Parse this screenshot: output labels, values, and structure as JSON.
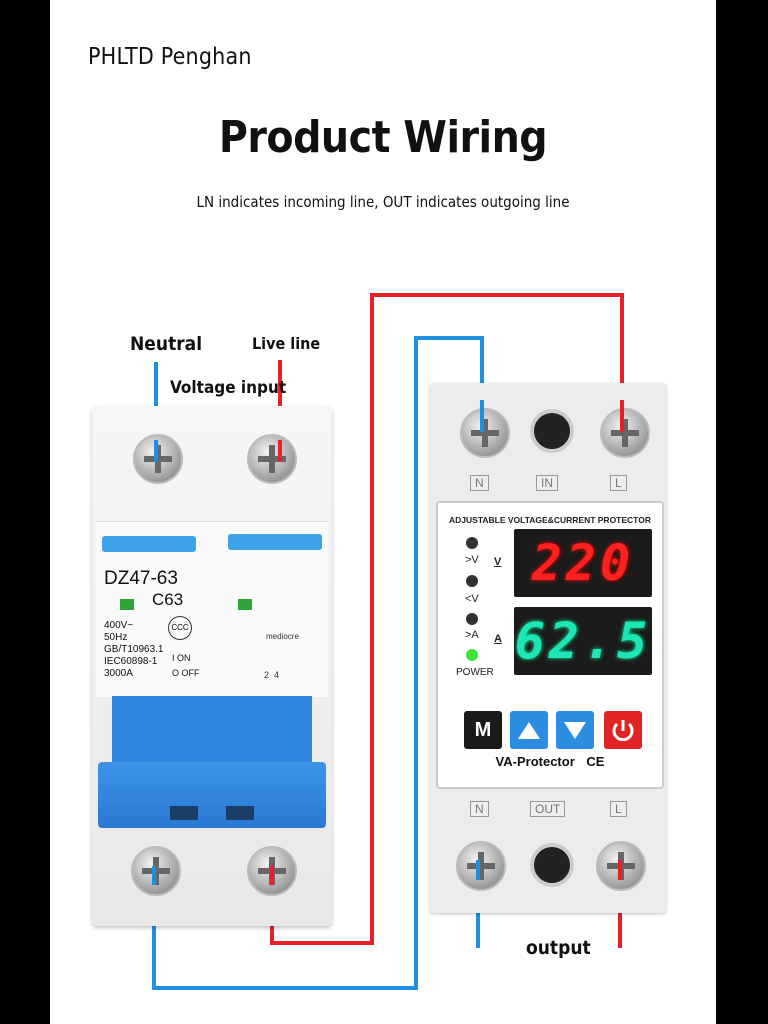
{
  "brand": "PHLTD Penghan",
  "title": "Product Wiring",
  "subtitle": "LN indicates incoming line, OUT indicates outgoing line",
  "labels": {
    "neutral": "Neutral",
    "live": "Live line",
    "voltage_input": "Voltage input",
    "output": "output"
  },
  "breaker": {
    "model": "DZ47-63",
    "rating": "C63",
    "spec": [
      "400V~",
      "50Hz",
      "GB/T10963.1",
      "IEC60898-1",
      "3000A"
    ],
    "on": "I ON",
    "off": "O OFF",
    "mark": "mediocre",
    "terminals": "2  4"
  },
  "protector": {
    "header": "ADJUSTABLE VOLTAGE&CURRENT PROTECTOR",
    "voltage_display": "220",
    "current_display": "62.5",
    "ind_over_v": ">V",
    "ind_under_v": "<V",
    "ind_over_a": ">A",
    "unit_v": "V",
    "unit_a": "A",
    "power": "POWER",
    "btn_m": "M",
    "name": "VA-Protector",
    "ce": "CE",
    "term_top": [
      "N",
      "IN",
      "L"
    ],
    "term_bottom": [
      "N",
      "OUT",
      "L"
    ]
  },
  "colors": {
    "neutral_wire": "#1e90e0",
    "live_wire": "#e8202a",
    "breaker_blue": "#2f86e0"
  }
}
